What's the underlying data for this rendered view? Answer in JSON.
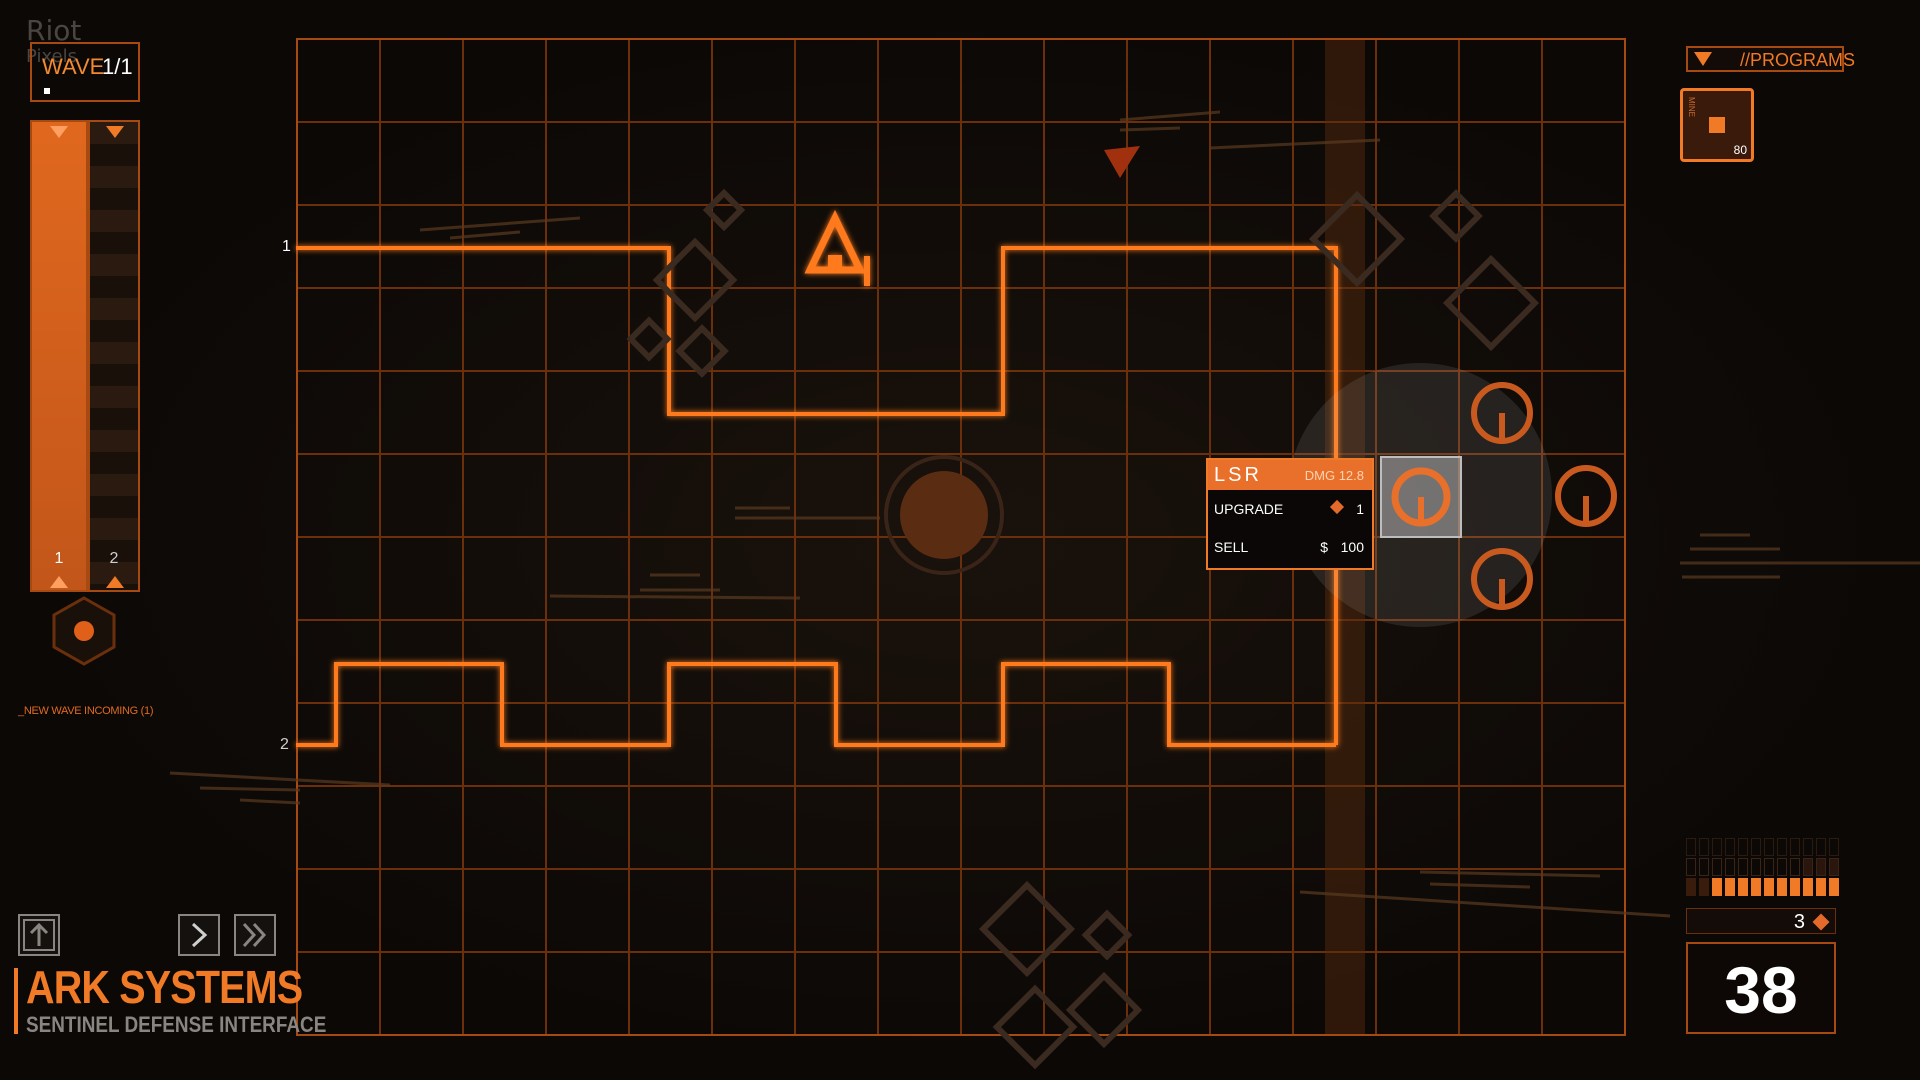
{
  "watermark": {
    "line1": "Riot",
    "line2": "Pixels"
  },
  "wave": {
    "label": "WAVE",
    "count": "1/1"
  },
  "meters": {
    "label1": "1",
    "label2": "2"
  },
  "incoming_text": "_NEW WAVE INCOMING (1)",
  "path_entries": {
    "entry1": "1",
    "entry2": "2"
  },
  "popup": {
    "title": "LSR",
    "stat": "DMG 12.8",
    "upgrade_label": "UPGRADE",
    "upgrade_cost": "1",
    "sell_label": "SELL",
    "sell_currency": "$",
    "sell_value": "100"
  },
  "programs": {
    "header": "//PROGRAMS",
    "tile_name": "MINE",
    "tile_cost": "80"
  },
  "resources": {
    "gems": "3",
    "money": "38"
  },
  "energy": {
    "filled": 10,
    "total": 12
  },
  "branding": {
    "title": "ARK SYSTEMS",
    "subtitle": "SENTINEL DEFENSE INTERFACE"
  },
  "controls": {
    "icons": [
      "upgrade-icon",
      "play-icon",
      "fast-forward-icon"
    ]
  },
  "colors": {
    "accent": "#f07a26",
    "grid": "#6b2f0c",
    "path": "#ff7a1e"
  }
}
